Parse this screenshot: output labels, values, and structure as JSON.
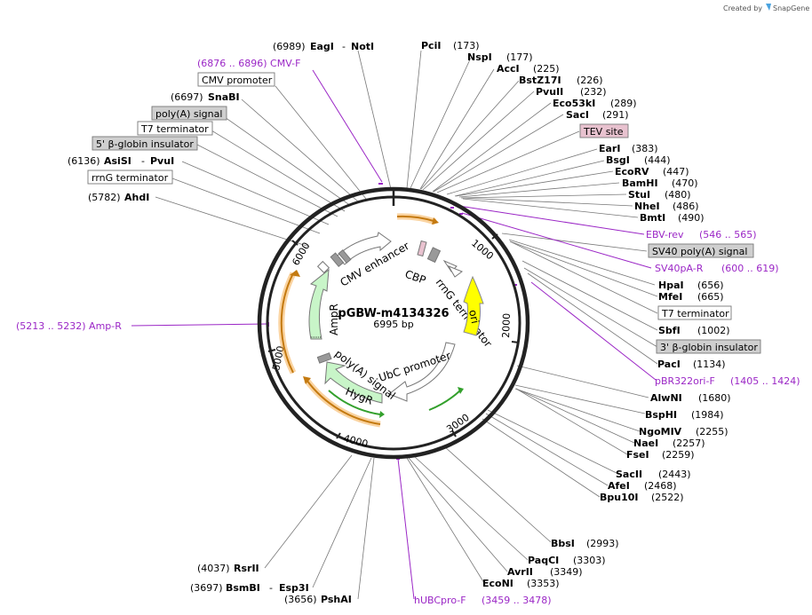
{
  "watermark": {
    "prefix": "Created by",
    "brand": "SnapGene"
  },
  "plasmid": {
    "name": "pGBW-m4134326",
    "size": "6995 bp"
  },
  "ticks": [
    "1000",
    "2000",
    "3000",
    "4000",
    "5000",
    "6000"
  ],
  "features": {
    "cmv_enhancer": "CMV enhancer",
    "cbp": "CBP",
    "rrng_terminator": "rrnG terminator",
    "ori": "ori",
    "ubc_promoter": "UbC promoter",
    "hygr": "HygR",
    "polya_signal": "poly(A) signal",
    "ampr": "AmpR"
  },
  "left_labels": {
    "eagi": {
      "pos": "(6989)",
      "name": "EagI",
      "sep": "-",
      "name2": "NotI"
    },
    "cmvf": {
      "text": "(6876 .. 6896)  CMV-F"
    },
    "cmv_promoter": "CMV promoter",
    "snabi": {
      "pos": "(6697)",
      "name": "SnaBI"
    },
    "polya": "poly(A) signal",
    "t7term": "T7 terminator",
    "beta5": "5' β-globin insulator",
    "asisi": {
      "pos": "(6136)",
      "name": "AsiSI",
      "sep": "-",
      "name2": "PvuI"
    },
    "rrng": "rrnG terminator",
    "ahdi": {
      "pos": "(5782)",
      "name": "AhdI"
    },
    "ampr_primer": {
      "text": "(5213 .. 5232)  Amp-R"
    }
  },
  "right_labels": {
    "pcii": {
      "name": "PciI",
      "pos": "(173)"
    },
    "nspi": {
      "name": "NspI",
      "pos": "(177)"
    },
    "acci": {
      "name": "AccI",
      "pos": "(225)"
    },
    "bstz17i": {
      "name": "BstZ17I",
      "pos": "(226)"
    },
    "pvuii": {
      "name": "PvuII",
      "pos": "(232)"
    },
    "eco53ki": {
      "name": "Eco53kI",
      "pos": "(289)"
    },
    "saci": {
      "name": "SacI",
      "pos": "(291)"
    },
    "tev": "TEV site",
    "eari": {
      "name": "EarI",
      "pos": "(383)"
    },
    "bsgi": {
      "name": "BsgI",
      "pos": "(444)"
    },
    "ecorv": {
      "name": "EcoRV",
      "pos": "(447)"
    },
    "bamhi": {
      "name": "BamHI",
      "pos": "(470)"
    },
    "stui": {
      "name": "StuI",
      "pos": "(480)"
    },
    "nhei": {
      "name": "NheI",
      "pos": "(486)"
    },
    "bmti": {
      "name": "BmtI",
      "pos": "(490)"
    },
    "ebvrev": {
      "name": "EBV-rev",
      "pos": "(546 .. 565)"
    },
    "sv40polya": "SV40 poly(A) signal",
    "sv40par": {
      "name": "SV40pA-R",
      "pos": "(600 .. 619)"
    },
    "hpai": {
      "name": "HpaI",
      "pos": "(656)"
    },
    "mfei": {
      "name": "MfeI",
      "pos": "(665)"
    },
    "t7term": "T7 terminator",
    "sbfi": {
      "name": "SbfI",
      "pos": "(1002)"
    },
    "beta3": "3' β-globin insulator",
    "paci": {
      "name": "PacI",
      "pos": "(1134)"
    },
    "pbr322": {
      "name": "pBR322ori-F",
      "pos": "(1405 .. 1424)"
    },
    "alwni": {
      "name": "AlwNI",
      "pos": "(1680)"
    },
    "bsphi": {
      "name": "BspHI",
      "pos": "(1984)"
    },
    "ngomiv": {
      "name": "NgoMIV",
      "pos": "(2255)"
    },
    "naei": {
      "name": "NaeI",
      "pos": "(2257)"
    },
    "fsei": {
      "name": "FseI",
      "pos": "(2259)"
    },
    "sacii": {
      "name": "SacII",
      "pos": "(2443)"
    },
    "afei": {
      "name": "AfeI",
      "pos": "(2468)"
    },
    "bpu10i": {
      "name": "Bpu10I",
      "pos": "(2522)"
    },
    "bbsi": {
      "name": "BbsI",
      "pos": "(2993)"
    },
    "paqci": {
      "name": "PaqCI",
      "pos": "(3303)"
    },
    "avrii": {
      "name": "AvrII",
      "pos": "(3349)"
    },
    "econi": {
      "name": "EcoNI",
      "pos": "(3353)"
    },
    "hubcpro": {
      "name": "hUBCpro-F",
      "pos": "(3459 .. 3478)"
    }
  },
  "bottom_labels": {
    "rsrii": {
      "pos": "(4037)",
      "name": "RsrII"
    },
    "bsmbi": {
      "pos": "(3697)",
      "name": "BsmBI",
      "sep": "-",
      "name2": "Esp3I"
    },
    "pshai": {
      "pos": "(3656)",
      "name": "PshAI"
    }
  },
  "colors": {
    "primer": "#9b27c6",
    "ori": "#ffff00",
    "marker": "#c8f5c8",
    "orf": "#f5a742",
    "orf_green": "#33a02c",
    "tev": "#e8c2cf"
  }
}
